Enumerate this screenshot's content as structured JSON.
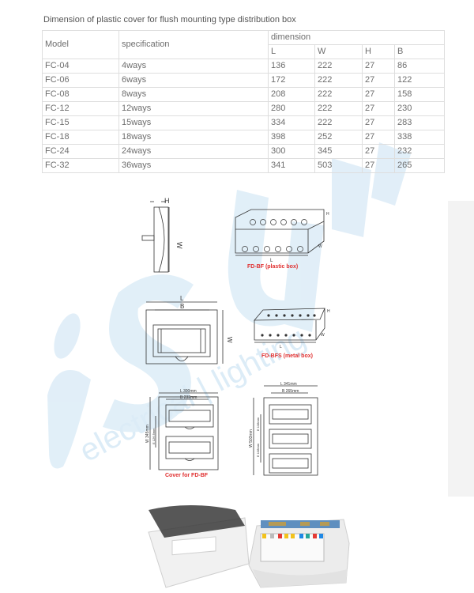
{
  "caption": "Dimension of plastic cover for flush mounting type distribution box",
  "table": {
    "headers": {
      "model": "Model",
      "specification": "specification",
      "dimension": "dimension",
      "sub": [
        "L",
        "W",
        "H",
        "B"
      ]
    },
    "rows": [
      {
        "model": "FC-04",
        "spec": "4ways",
        "L": "136",
        "W": "222",
        "H": "27",
        "B": "86"
      },
      {
        "model": "FC-06",
        "spec": "6ways",
        "L": "172",
        "W": "222",
        "H": "27",
        "B": "122"
      },
      {
        "model": "FC-08",
        "spec": "8ways",
        "L": "208",
        "W": "222",
        "H": "27",
        "B": "158"
      },
      {
        "model": "FC-12",
        "spec": "12ways",
        "L": "280",
        "W": "222",
        "H": "27",
        "B": "230"
      },
      {
        "model": "FC-15",
        "spec": "15ways",
        "L": "334",
        "W": "222",
        "H": "27",
        "B": "283"
      },
      {
        "model": "FC-18",
        "spec": "18ways",
        "L": "398",
        "W": "252",
        "H": "27",
        "B": "338"
      },
      {
        "model": "FC-24",
        "spec": "24ways",
        "L": "300",
        "W": "345",
        "H": "27",
        "B": "232"
      },
      {
        "model": "FC-32",
        "spec": "36ways",
        "L": "341",
        "W": "503",
        "H": "27",
        "B": "265"
      }
    ]
  },
  "drawings": {
    "side_view": {
      "h_label": "H",
      "w_label": "W"
    },
    "plastic_box": {
      "caption": "FD-BF (plastic box)",
      "l_label": "L",
      "w_label": "W",
      "h_label": "H"
    },
    "front_view": {
      "l_label": "L",
      "b_label": "B",
      "w_label": "W"
    },
    "metal_box": {
      "caption": "FD-BFS (metal box)",
      "l_label": "L",
      "w_label": "W",
      "h_label": "H"
    },
    "cover_fdbf": {
      "caption": "Cover for FD-BF",
      "l_label": "L 300mm",
      "b_label": "B 232mm",
      "w_label": "W 345mm",
      "e_label": "E 126.5mm"
    },
    "cover_large": {
      "l_label": "L 341mm",
      "b_label": "B 265mm",
      "w_label": "W 503mm",
      "e1_label": "E 138mm",
      "e2_label": "E 138mm"
    }
  },
  "watermark": {
    "big": "isupply",
    "small": "electrical | lighting",
    "color": "#d6eaf6"
  },
  "colors": {
    "caption_red": "#e03030",
    "table_border": "#dedede",
    "side_panel": "#f3f3f3"
  }
}
